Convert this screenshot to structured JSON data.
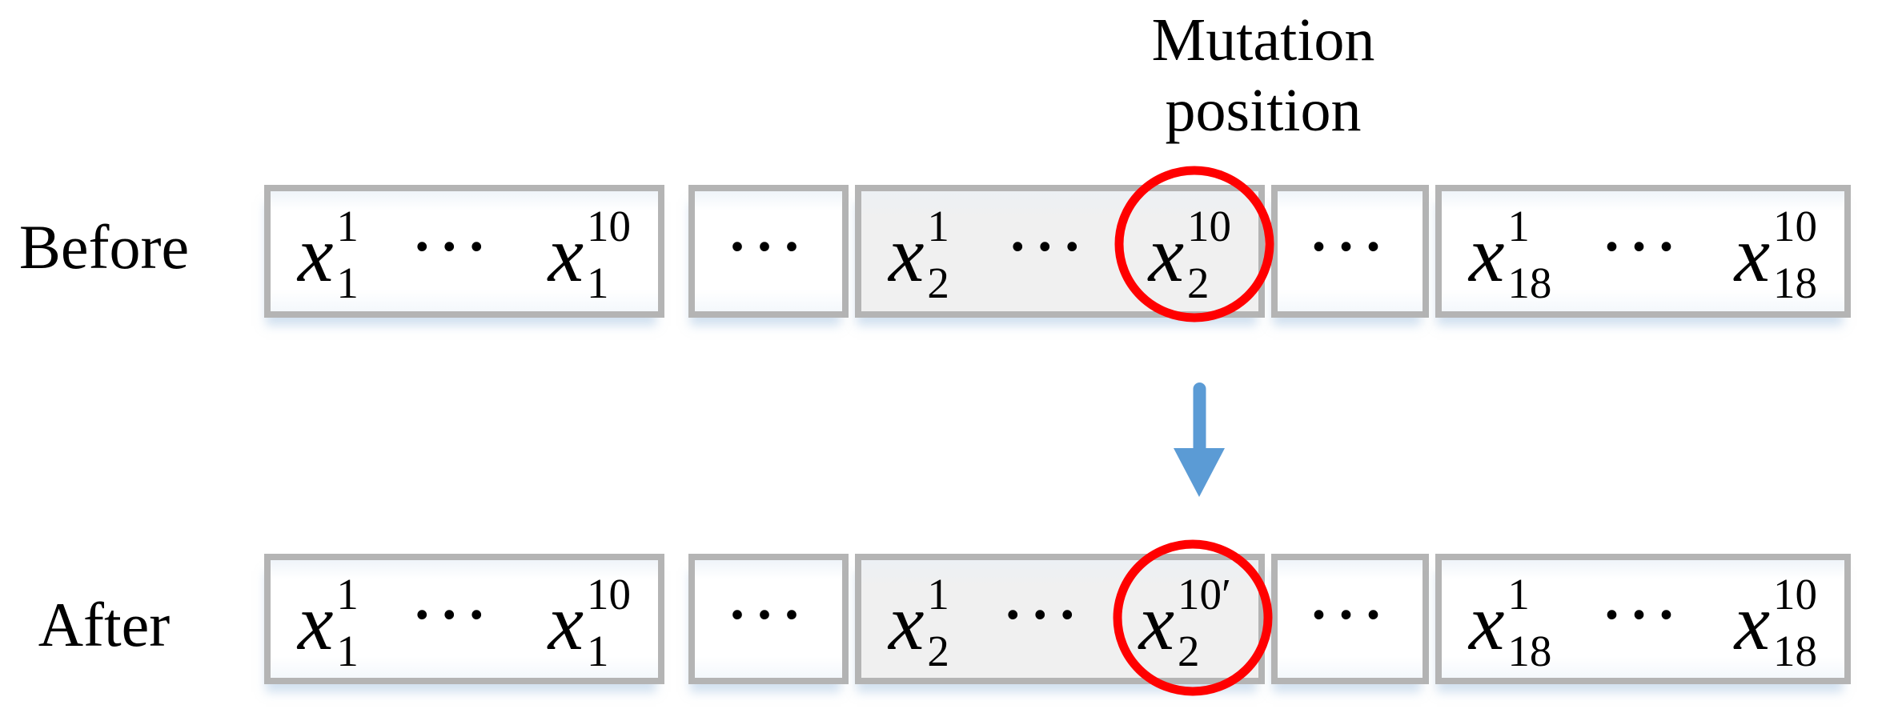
{
  "annotation": {
    "line1": "Mutation",
    "line2": "position"
  },
  "dots": "···",
  "before": {
    "label": "Before",
    "gene1": {
      "first": {
        "base": "x",
        "sup": "1",
        "sub": "1"
      },
      "last": {
        "base": "x",
        "sup": "10",
        "sub": "1"
      }
    },
    "gene2": {
      "first": {
        "base": "x",
        "sup": "1",
        "sub": "2"
      },
      "last": {
        "base": "x",
        "sup": "10",
        "sub": "2"
      }
    },
    "gene3": {
      "first": {
        "base": "x",
        "sup": "1",
        "sub": "18"
      },
      "last": {
        "base": "x",
        "sup": "10",
        "sub": "18"
      }
    }
  },
  "after": {
    "label": "After",
    "gene1": {
      "first": {
        "base": "x",
        "sup": "1",
        "sub": "1"
      },
      "last": {
        "base": "x",
        "sup": "10",
        "sub": "1"
      }
    },
    "gene2": {
      "first": {
        "base": "x",
        "sup": "1",
        "sub": "2"
      },
      "last": {
        "base": "x",
        "sup": "10′",
        "sub": "2"
      }
    },
    "gene3": {
      "first": {
        "base": "x",
        "sup": "1",
        "sub": "18"
      },
      "last": {
        "base": "x",
        "sup": "10",
        "sub": "18"
      }
    }
  },
  "colors": {
    "circle": "#ff0000",
    "arrow": "#5b9bd5",
    "box_border": "#b4b4b4",
    "shaded_fill": "#f0f0f0"
  }
}
